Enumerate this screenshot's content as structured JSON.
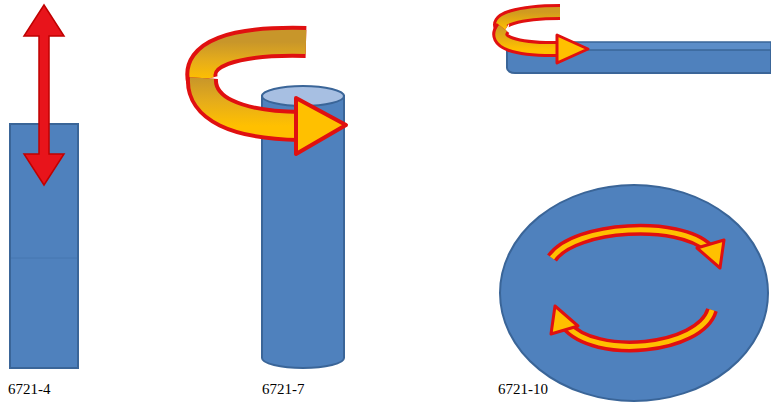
{
  "diagram": {
    "labels": [
      "6721-4",
      "6721-7",
      "6721-10"
    ]
  }
}
